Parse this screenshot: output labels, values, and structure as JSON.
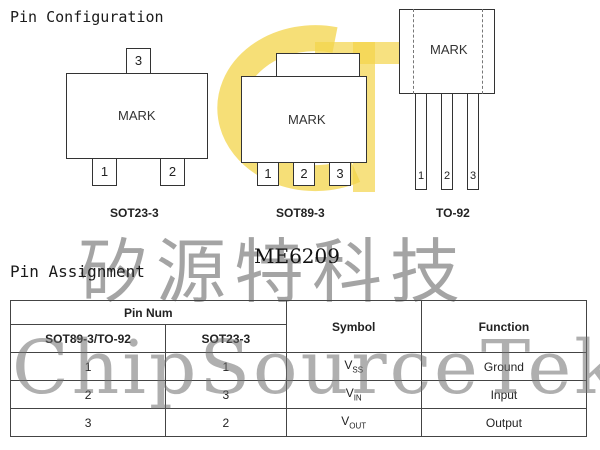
{
  "headings": {
    "pin_configuration": "Pin Configuration",
    "pin_assignment": "Pin Assignment",
    "part_number": "ME6209"
  },
  "packages": [
    {
      "name": "SOT23-3",
      "mark": "MARK",
      "pins": [
        "1",
        "2",
        "3"
      ]
    },
    {
      "name": "SOT89-3",
      "mark": "MARK",
      "pins": [
        "1",
        "2",
        "3"
      ]
    },
    {
      "name": "TO-92",
      "mark": "MARK",
      "pins": [
        "1",
        "2",
        "3"
      ]
    }
  ],
  "watermark": {
    "chinese": "矽源特科技",
    "english": "ChipSourceTek",
    "logo_color": "#f3d44a"
  },
  "table": {
    "group_header": "Pin Num",
    "col_headers": [
      "SOT89-3/TO-92",
      "SOT23-3",
      "Symbol",
      "Function"
    ],
    "rows": [
      {
        "sot89_to92": "1",
        "sot23": "1",
        "symbol_base": "V",
        "symbol_sub": "SS",
        "function": "Ground"
      },
      {
        "sot89_to92": "2",
        "sot23": "3",
        "symbol_base": "V",
        "symbol_sub": "IN",
        "function": "Input"
      },
      {
        "sot89_to92": "3",
        "sot23": "2",
        "symbol_base": "V",
        "symbol_sub": "OUT",
        "function": "Output"
      }
    ]
  }
}
